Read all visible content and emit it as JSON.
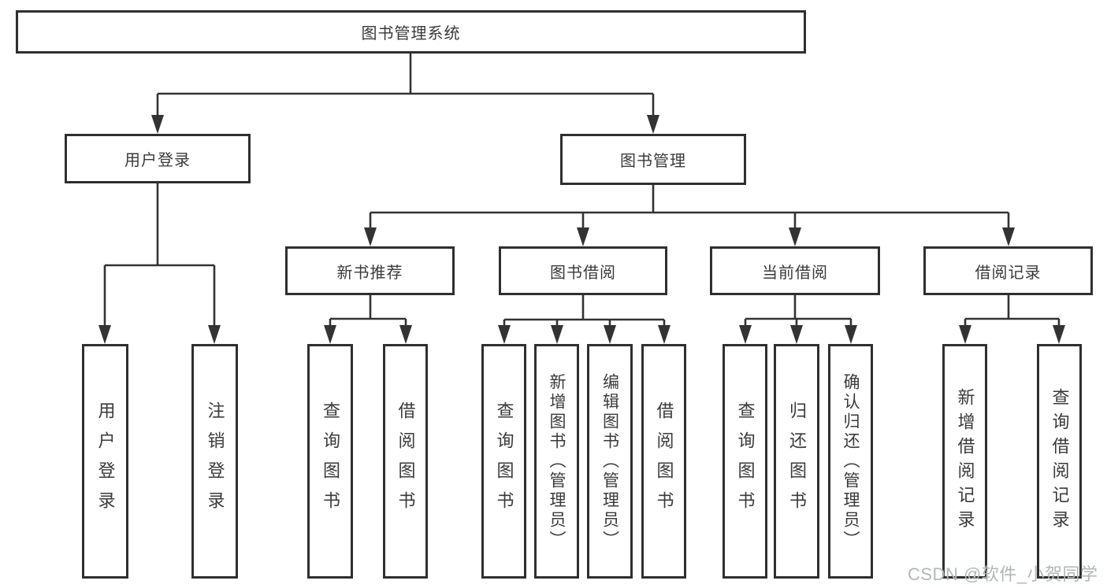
{
  "diagram": {
    "title": "图书管理系统",
    "level2": [
      {
        "label": "用户登录"
      },
      {
        "label": "图书管理"
      }
    ],
    "level3": [
      {
        "label": "新书推荐",
        "parent": "图书管理"
      },
      {
        "label": "图书借阅",
        "parent": "图书管理"
      },
      {
        "label": "当前借阅",
        "parent": "图书管理"
      },
      {
        "label": "借阅记录",
        "parent": "图书管理"
      }
    ],
    "leaves": [
      {
        "label": "用户登录",
        "parent": "用户登录"
      },
      {
        "label": "注销登录",
        "parent": "用户登录"
      },
      {
        "label": "查询图书",
        "parent": "新书推荐"
      },
      {
        "label": "借阅图书",
        "parent": "新书推荐"
      },
      {
        "label": "查询图书",
        "parent": "图书借阅"
      },
      {
        "label": "新增图书（管理员）",
        "parent": "图书借阅"
      },
      {
        "label": "编辑图书（管理员）",
        "parent": "图书借阅"
      },
      {
        "label": "借阅图书",
        "parent": "图书借阅"
      },
      {
        "label": "查询图书",
        "parent": "当前借阅"
      },
      {
        "label": "归还图书",
        "parent": "当前借阅"
      },
      {
        "label": "确认归还（管理员）",
        "parent": "当前借阅"
      },
      {
        "label": "新增借阅记录",
        "parent": "借阅记录"
      },
      {
        "label": "查询借阅记录",
        "parent": "借阅记录"
      }
    ],
    "watermark": "CSDN @软件_小贺同学",
    "colors": {
      "line": "#333333",
      "box_border": "#2f2f2f",
      "text": "#3a3a3a",
      "watermark": "#b3b6ba",
      "background": "#ffffff"
    }
  }
}
